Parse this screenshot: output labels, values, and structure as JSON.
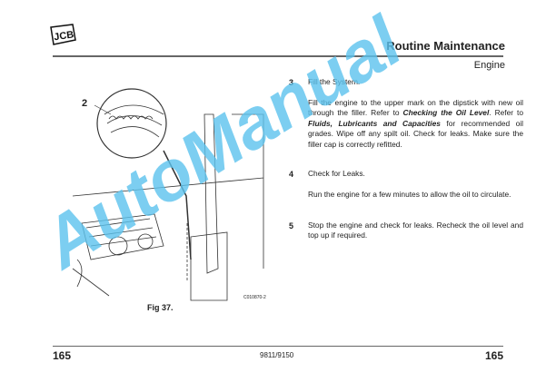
{
  "header": {
    "logo_text": "JCB",
    "title": "Routine Maintenance",
    "section": "Engine"
  },
  "figure": {
    "callout": "2",
    "code": "C010870-2",
    "caption": "Fig 37."
  },
  "steps": [
    {
      "number": "3",
      "heading": "Fill the System.",
      "body_parts": [
        "Fill the engine to the upper mark on the dipstick with new oil through the filler. Refer to ",
        "Checking the Oil Level",
        ". Refer to ",
        "Fluids, Lubricants and Capacities",
        " for recommended oil grades. Wipe off any spilt oil. Check for leaks. Make sure the filler cap is correctly refitted."
      ]
    },
    {
      "number": "4",
      "heading": "Check for Leaks.",
      "body": "Run the engine for a few minutes to allow the oil to circulate."
    },
    {
      "number": "5",
      "heading": "Stop the engine and check for leaks. Recheck the oil level and top up if required."
    }
  ],
  "footer": {
    "page_left": "165",
    "doc_number": "9811/9150",
    "page_right": "165"
  },
  "watermark": "AutoManual"
}
